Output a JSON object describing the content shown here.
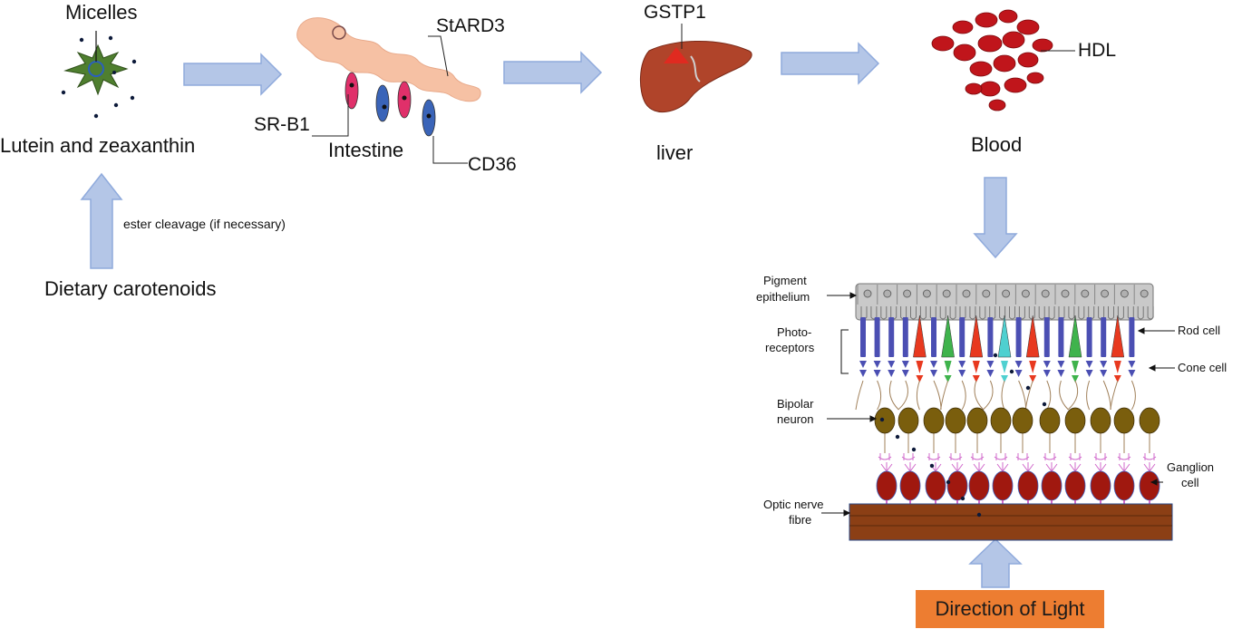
{
  "steps": {
    "micelles": "Micelles",
    "lutein": "Lutein and zeaxanthin",
    "ester": "ester cleavage (if necessary)",
    "dietary": "Dietary carotenoids",
    "intestine": "Intestine",
    "srb1": "SR-B1",
    "stard3": "StARD3",
    "cd36": "CD36",
    "gstp1": "GSTP1",
    "liver": "liver",
    "hdl": "HDL",
    "blood": "Blood"
  },
  "retina": {
    "pigment": [
      "Pigment",
      "epithelium"
    ],
    "photo": [
      "Photo-",
      "receptors"
    ],
    "bipolar": [
      "Bipolar",
      "neuron"
    ],
    "optic": [
      "Optic nerve",
      "fibre"
    ],
    "rod": "Rod cell",
    "cone": "Cone cell",
    "ganglion": [
      "Ganglion",
      "cell"
    ]
  },
  "light": "Direction of Light",
  "colors": {
    "arrow_fill": "#b4c6e7",
    "arrow_stroke": "#8faadc",
    "light_box": "#ed7d31",
    "intestine": "#f6c1a4",
    "micelle": "#4f7f2f",
    "liver": "#b0442a",
    "blood": "#c0151b",
    "pigment_layer": "#c9c9c9",
    "rod": "#4b4fb3",
    "cone_red": "#e8391f",
    "cone_green": "#3fb34c",
    "cone_cyan": "#4fd0d0",
    "bipolar": "#7a5e0d",
    "ganglion": "#a0180f",
    "nerve": "#8b3f15"
  }
}
